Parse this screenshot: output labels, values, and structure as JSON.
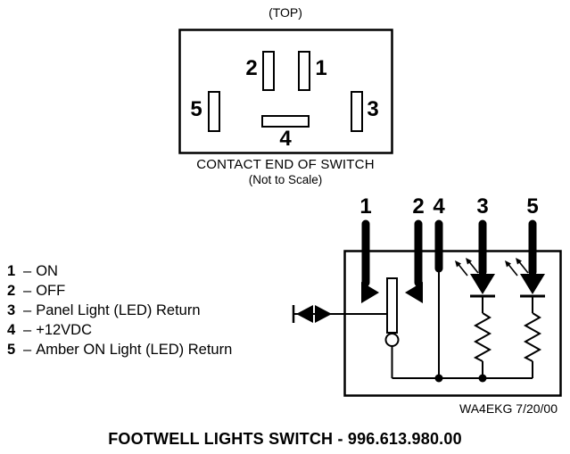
{
  "page": {
    "title": "FOOTWELL LIGHTS SWITCH - 996.613.980.00"
  },
  "connector": {
    "top_label": "(TOP)",
    "caption": "CONTACT END OF SWITCH",
    "subcaption": "(Not to Scale)",
    "pin_labels": {
      "p1": "1",
      "p2": "2",
      "p3": "3",
      "p4": "4",
      "p5": "5"
    }
  },
  "legend": {
    "items": [
      {
        "num": "1",
        "dash": "–",
        "label": "ON"
      },
      {
        "num": "2",
        "dash": "–",
        "label": "OFF"
      },
      {
        "num": "3",
        "dash": "–",
        "label": "Panel Light (LED) Return"
      },
      {
        "num": "4",
        "dash": "–",
        "label": "+12VDC"
      },
      {
        "num": "5",
        "dash": "–",
        "label": "Amber ON Light (LED) Return"
      }
    ]
  },
  "schematic": {
    "pins": [
      {
        "id": "pin-1",
        "label": "1"
      },
      {
        "id": "pin-2",
        "label": "2"
      },
      {
        "id": "pin-4",
        "label": "4"
      },
      {
        "id": "pin-3",
        "label": "3"
      },
      {
        "id": "pin-5",
        "label": "5"
      }
    ],
    "credit": "WA4EKG 7/20/00"
  },
  "colors": {
    "ink": "#000000",
    "background": "#ffffff"
  }
}
